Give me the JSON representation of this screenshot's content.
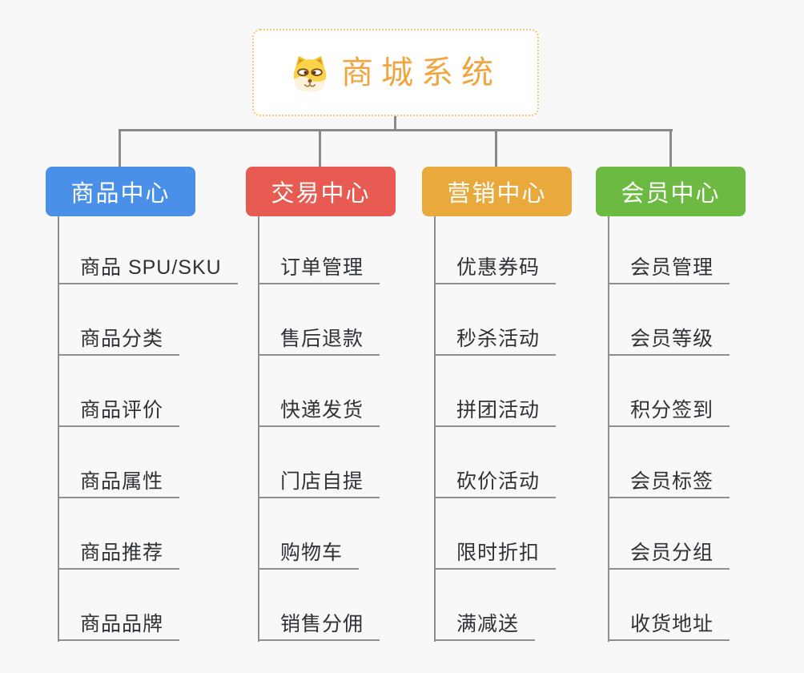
{
  "root": {
    "title": "商城系统",
    "icon": "dog-face-icon"
  },
  "branches": [
    {
      "title": "商品中心",
      "color": "#4a8fe8",
      "items": [
        "商品 SPU/SKU",
        "商品分类",
        "商品评价",
        "商品属性",
        "商品推荐",
        "商品品牌"
      ]
    },
    {
      "title": "交易中心",
      "color": "#e75b52",
      "items": [
        "订单管理",
        "售后退款",
        "快递发货",
        "门店自提",
        "购物车",
        "销售分佣"
      ]
    },
    {
      "title": "营销中心",
      "color": "#e9a93d",
      "items": [
        "优惠券码",
        "秒杀活动",
        "拼团活动",
        "砍价活动",
        "限时折扣",
        "满减送"
      ]
    },
    {
      "title": "会员中心",
      "color": "#6cba41",
      "items": [
        "会员管理",
        "会员等级",
        "积分签到",
        "会员标签",
        "会员分组",
        "收货地址"
      ]
    }
  ],
  "colors": {
    "background": "#f8f8f8",
    "connector": "#8a8a8a",
    "underline": "#8e8e8e",
    "root_text": "#f0a53e",
    "root_border": "#f3c776",
    "item_text": "#2f3338"
  }
}
